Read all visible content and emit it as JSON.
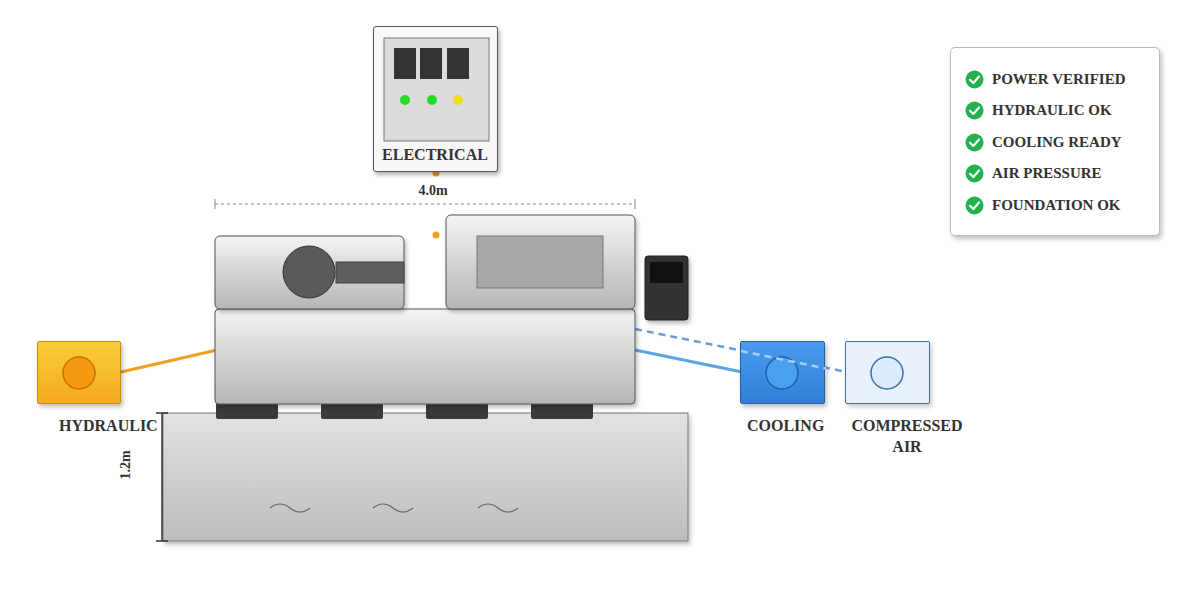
{
  "diagram": {
    "nodes": [
      {
        "text": [
          "ELECTRICAL"
        ]
      },
      {
        "text": [
          "HYDRAULIC"
        ]
      },
      {
        "text": [
          "COOLING"
        ]
      },
      {
        "text": [
          "COMPRESSED AIR"
        ]
      }
    ],
    "labels": [
      "4.0m",
      "1.2m"
    ],
    "legend": [
      {
        "text": "POWER VERIFIED",
        "color": "#22b14c"
      },
      {
        "text": "HYDRAULIC OK",
        "color": "#22b14c"
      },
      {
        "text": "COOLING READY",
        "color": "#22b14c"
      },
      {
        "text": "AIR PRESSURE",
        "color": "#22b14c"
      },
      {
        "text": "FOUNDATION OK",
        "color": "#22b14c"
      }
    ]
  }
}
